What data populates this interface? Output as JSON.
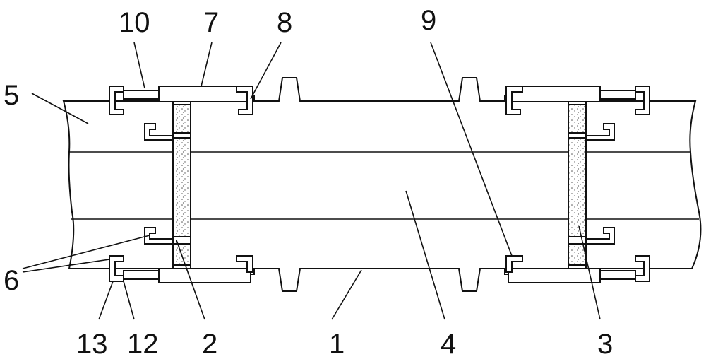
{
  "diagram": {
    "labels": {
      "l1": "1",
      "l2": "2",
      "l3": "3",
      "l4": "4",
      "l5": "5",
      "l6": "6",
      "l7": "7",
      "l8": "8",
      "l9": "9",
      "l10": "10",
      "l12": "12",
      "l13": "13"
    },
    "colors": {
      "stroke": "#111111",
      "background": "#ffffff",
      "seal_dots": "#555555"
    }
  }
}
